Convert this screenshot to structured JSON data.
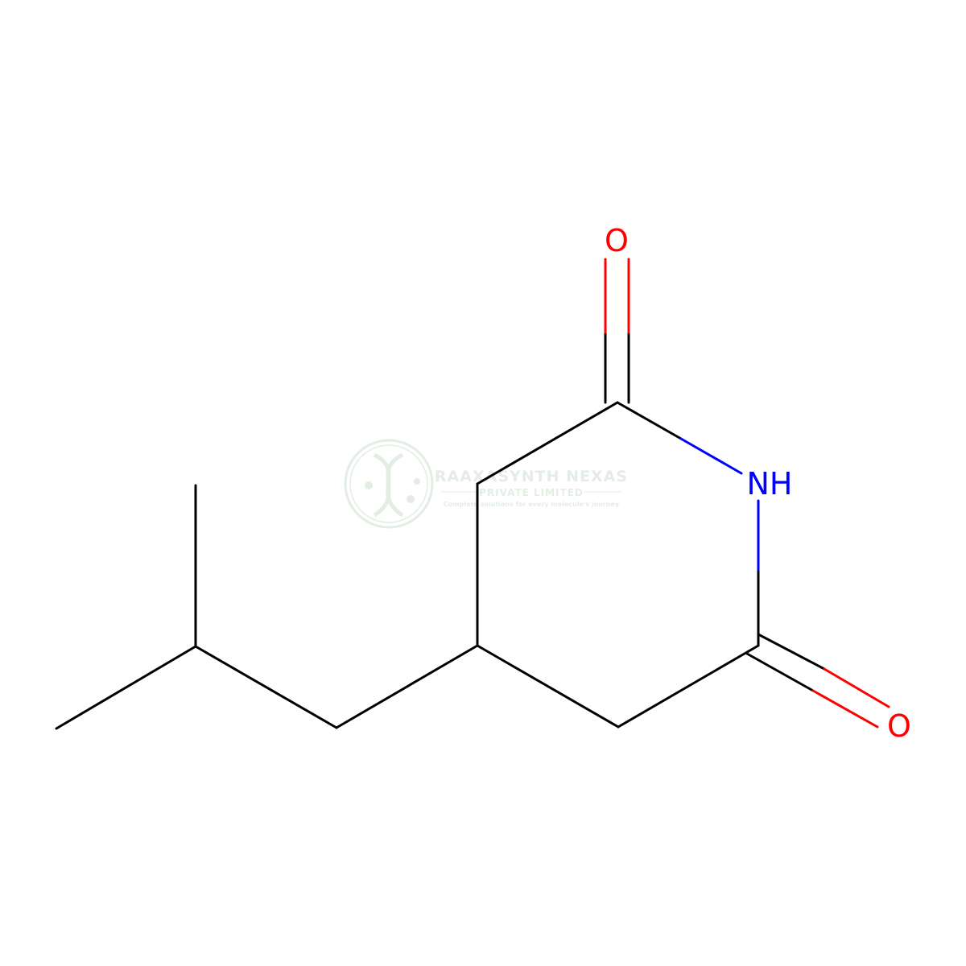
{
  "molecule": {
    "atoms": {
      "o_top": "O",
      "nh": "NH",
      "o_right": "O"
    },
    "colors": {
      "bond": "#000000",
      "oxygen": "#ff0000",
      "nitrogen": "#0000ff",
      "watermark": "#2e7d32"
    }
  },
  "watermark": {
    "title": "RAAXASYNTH NEXAS",
    "subtitle": "PRIVATE LIMITED",
    "tagline": "Complete solutions for every molecule's journey"
  }
}
